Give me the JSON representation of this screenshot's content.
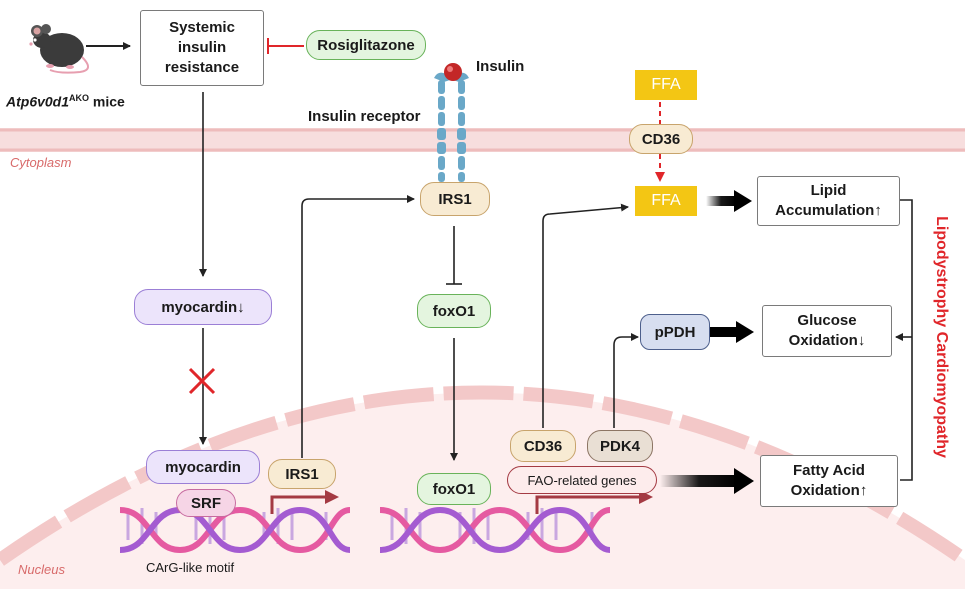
{
  "diagram": {
    "mouse_label_main": "Atp6v0d1",
    "mouse_label_sup": "AKO",
    "mouse_label_rest": " mice",
    "systemic": [
      "Systemic",
      "insulin",
      "resistance"
    ],
    "rosiglitazone": "Rosiglitazone",
    "insulin": "Insulin",
    "insulin_receptor": "Insulin receptor",
    "cytoplasm": "Cytoplasm",
    "nucleus": "Nucleus",
    "myocardin_down": "myocardin↓",
    "myocardin": "myocardin",
    "srf": "SRF",
    "carg": "CArG-like motif",
    "irs1_cyto": "IRS1",
    "irs1_nuc": "IRS1",
    "foxo1_cyto": "foxO1",
    "foxo1_nuc": "foxO1",
    "ffa_top": "FFA",
    "cd36_top": "CD36",
    "ffa_mid": "FFA",
    "cd36_nuc": "CD36",
    "pdk4": "PDK4",
    "fao_genes": "FAO-related genes",
    "ppdh": "pPDH",
    "lipid": [
      "Lipid",
      "Accumulation↑"
    ],
    "glucose": [
      "Glucose",
      "Oxidation↓"
    ],
    "fatty_acid": [
      "Fatty Acid",
      "Oxidation↑"
    ],
    "outcome": "Lipodystrophy Cardiomyopathy"
  },
  "colors": {
    "purple_fill": "#ece4fb",
    "purple_border": "#9b7fd6",
    "green_fill": "#e4f5df",
    "green_border": "#69b35a",
    "beige_fill": "#f8ebd3",
    "beige_border": "#c8a46c",
    "ffa_fill": "#f3c614",
    "srf_fill": "#f6d5e6",
    "srf_border": "#c76ba0",
    "pdh_fill": "#d7def0",
    "pdh_border": "#4d5f8c",
    "pdk4_fill": "#e9dfd4",
    "pdk4_border": "#8c7564",
    "red": "#e0262a",
    "membrane": "#f4d2d2",
    "nucleus": "#fdecec",
    "dna_pink": "#e55aa1",
    "dna_purple": "#a45bd1",
    "receptor": "#6aa8c8"
  },
  "icons": [
    "mouse-icon",
    "insulin-molecule-icon",
    "insulin-receptor-icon",
    "dna-helix-icon",
    "inhibition-cross-icon"
  ]
}
